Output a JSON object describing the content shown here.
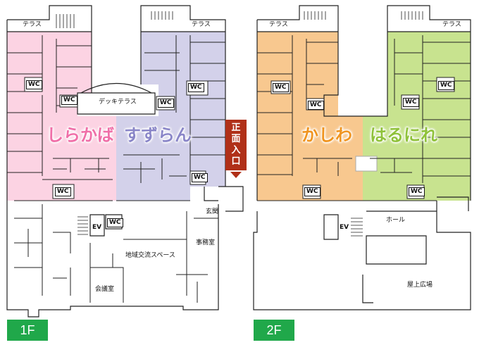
{
  "floors": [
    {
      "badge": "1F",
      "zones": {
        "pink": {
          "name": "しらかば",
          "color": "#f06fa8",
          "fill": "#fcd3e3"
        },
        "purple": {
          "name": "すずらん",
          "color": "#8a86c8",
          "fill": "#d3d1ea"
        }
      },
      "labels": {
        "terrace_left": "テラス",
        "terrace_right": "テラス",
        "deck_terrace": "デッキテラス",
        "entrance_hall": "玄関",
        "office": "事務室",
        "community_space": "地域交流スペース",
        "meeting_room": "会議室",
        "elevator": "EV",
        "wc": "WC"
      },
      "main_entrance": "正面入口"
    },
    {
      "badge": "2F",
      "zones": {
        "orange": {
          "name": "かしわ",
          "color": "#f0941f",
          "fill": "#f8c88f"
        },
        "green": {
          "name": "はるにれ",
          "color": "#8fc23a",
          "fill": "#c8e38f"
        }
      },
      "labels": {
        "terrace_left": "テラス",
        "terrace_right": "テラス",
        "hall": "ホール",
        "rooftop_plaza": "屋上広場",
        "elevator": "EV",
        "wc": "WC"
      }
    }
  ],
  "colors": {
    "badge": "#20a84a",
    "entrance": "#b03018",
    "walls": "#222222"
  }
}
